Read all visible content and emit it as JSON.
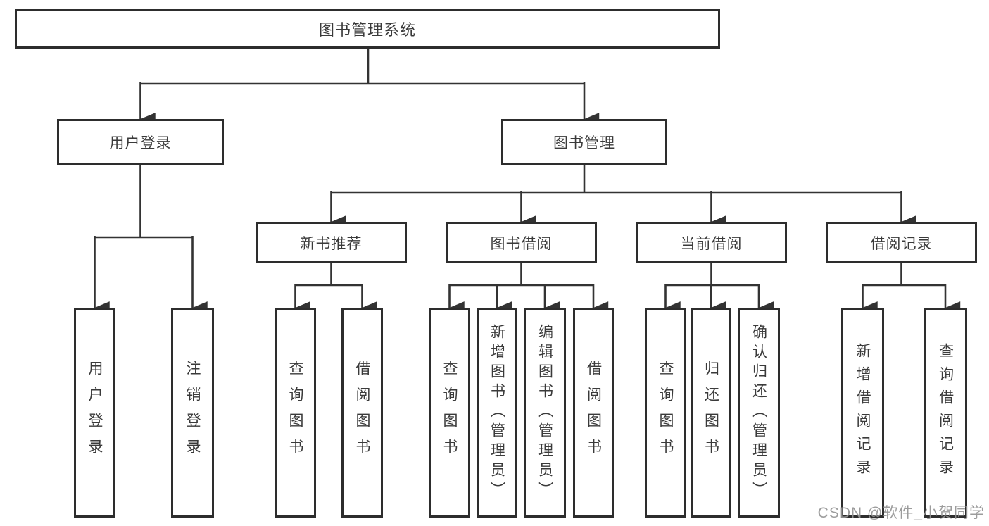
{
  "title": "图书管理系统",
  "level2": {
    "user_login": {
      "label": "用户登录",
      "leaves": [
        "用户登录",
        "注销登录"
      ]
    },
    "book_management": {
      "label": "图书管理",
      "groups": [
        {
          "label": "新书推荐",
          "leaves": [
            "查询图书",
            "借阅图书"
          ]
        },
        {
          "label": "图书借阅",
          "leaves": [
            "查询图书",
            "新增图书（管理员）",
            "编辑图书（管理员）",
            "借阅图书"
          ]
        },
        {
          "label": "当前借阅",
          "leaves": [
            "查询图书",
            "归还图书",
            "确认归还（管理员）"
          ]
        },
        {
          "label": "借阅记录",
          "leaves": [
            "新增借阅记录",
            "查询借阅记录"
          ]
        }
      ]
    }
  },
  "watermark": "CSDN @软件_小贺同学",
  "colors": {
    "line": "#333333",
    "border": "#2d2d2d",
    "text": "#3a3a3a",
    "watermark": "#949494"
  }
}
